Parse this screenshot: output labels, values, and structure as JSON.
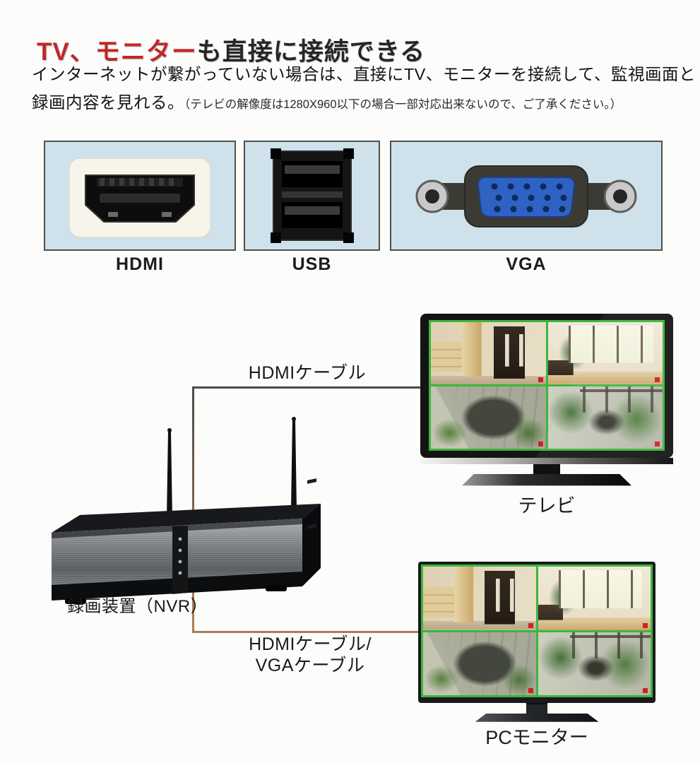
{
  "title": {
    "highlight": "TV、モニター",
    "rest": "も直接に接続できる"
  },
  "intro": {
    "line1": "インターネットが繋がっていない場合は、直接にTV、モニターを接続して、監視画面と",
    "line2": "録画内容を見れる。",
    "note": "（テレビの解像度は1280X960以下の場合一部対応出来ないので、ご了承ください。）"
  },
  "ports": {
    "hdmi": "HDMI",
    "usb": "USB",
    "vga": "VGA"
  },
  "diagram": {
    "hdmi_cable": "HDMIケーブル",
    "tv_label": "テレビ",
    "nvr_label": "録画装置（NVR）",
    "cable2_line1": "HDMIケーブル/",
    "cable2_line2": "VGAケーブル",
    "pc_label": "PCモニター"
  },
  "icons": [
    "hdmi-port-icon",
    "usb-port-icon",
    "vga-port-icon",
    "nvr-device-icon",
    "tv-icon",
    "pc-monitor-icon"
  ],
  "colors": {
    "accent_red": "#c22727",
    "port_box_bg": "#cfe2ec",
    "cable_gray": "#4a4a4a",
    "cable_brown": "#ab7b57",
    "camera_grid_green": "#3db53d"
  }
}
